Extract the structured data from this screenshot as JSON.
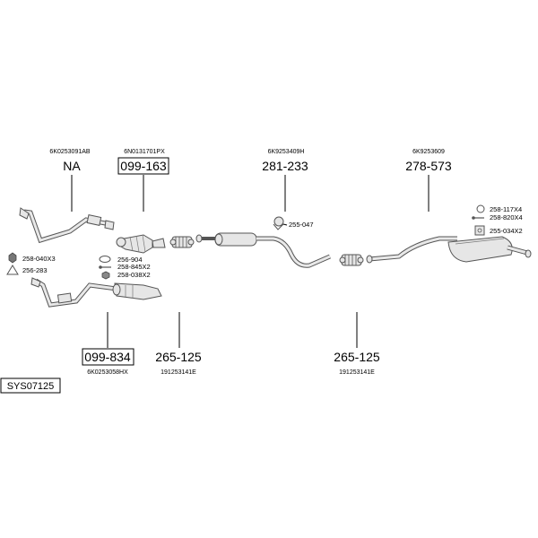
{
  "sys_code": "SYS07125",
  "parts": [
    {
      "oem": "6K0253091AB",
      "num": "NA",
      "boxed": false
    },
    {
      "oem": "6N0131701PX",
      "num": "099-163",
      "boxed": true
    },
    {
      "oem": "6K9253409H",
      "num": "281-233",
      "boxed": false
    },
    {
      "oem": "6K9253609",
      "num": "278-573",
      "boxed": false
    },
    {
      "oem": "6K0253058HX",
      "num": "099-834",
      "boxed": true
    },
    {
      "oem": "191253141E",
      "num": "265-125",
      "boxed": false
    },
    {
      "oem": "191253141E",
      "num": "265-125",
      "boxed": false
    }
  ],
  "small_parts": [
    "255-047",
    "258-117X4",
    "258-820X4",
    "255-034X2",
    "256-904",
    "258-845X2",
    "258-038X2",
    "258-040X3",
    "256-283"
  ]
}
